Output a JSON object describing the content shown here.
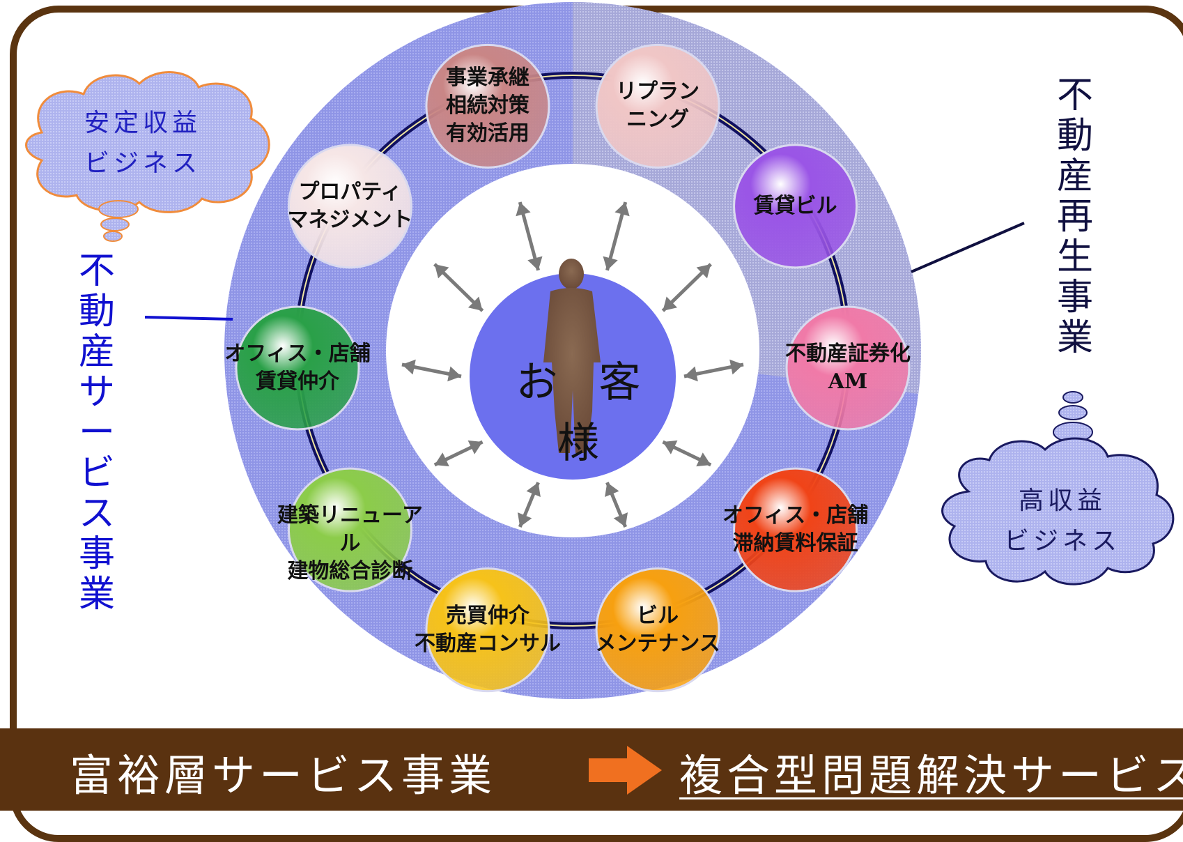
{
  "center": {
    "label": "お 客 様"
  },
  "nodes": [
    {
      "label": "事業承継\n相続対策\n有効活用",
      "color": "#c98686"
    },
    {
      "label": "リプラン\nニング",
      "color": "#f0c6c6"
    },
    {
      "label": "賃貸ビル",
      "color": "#9a55e6"
    },
    {
      "label": "不動産証券化\nAM",
      "color": "#f07aa8"
    },
    {
      "label": "オフィス・店舗\n滞納賃料保証",
      "color": "#f04418"
    },
    {
      "label": "ビル\nメンテナンス",
      "color": "#f7a010"
    },
    {
      "label": "売買仲介\n不動産コンサル",
      "color": "#f6c21a"
    },
    {
      "label": "建築リニューアル\n建物総合診断",
      "color": "#8ccc4a"
    },
    {
      "label": "オフィス・店舗\n賃貸仲介",
      "color": "#2aa048"
    },
    {
      "label": "プロパティ\nマネジメント",
      "color": "#f6e6e6"
    }
  ],
  "left_cloud": {
    "text": "安定収益\nビジネス",
    "text_color": "#2020c0",
    "fill": "#b8bdf0",
    "stroke": "#f08c3c"
  },
  "right_cloud": {
    "text": "高収益\nビジネス",
    "text_color": "#1a1a60",
    "fill": "#b8bdf0",
    "stroke": "#1a1a60"
  },
  "left_side": {
    "text": "不動産サービス事業",
    "color": "#1010d0"
  },
  "right_side": {
    "text": "不動産再生事業",
    "color": "#101040"
  },
  "footer": {
    "left": "富裕層サービス事業",
    "right": "複合型問題解決サービス",
    "background": "#5a3210",
    "arrow_color": "#f07020"
  }
}
